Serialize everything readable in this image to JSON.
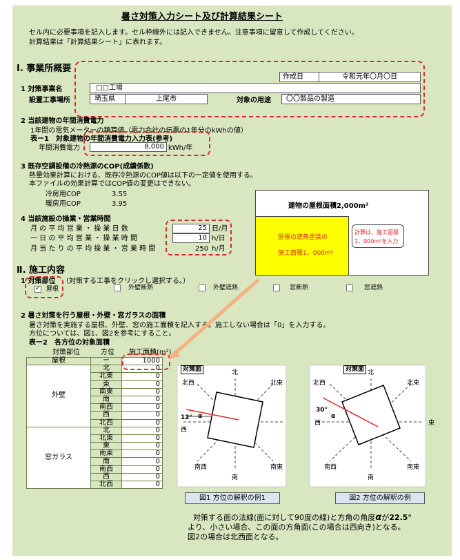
{
  "title": "暑さ対策入力シート及び計算結果シート",
  "intro": [
    "セル内に必要事項を記入します。セル枠線外には記入できません。注意事項に留意して作成してください。",
    "計算結果は「計算結果シート」に表れます。"
  ],
  "section1": {
    "heading": "Ⅰ. 事業所概要",
    "created_label": "作成日",
    "created_value": "令和元年〇月〇日",
    "name_label": "1 対策事業名",
    "name_value": "□□工場",
    "site_label": "設置工事場所",
    "pref_value": "埼玉県",
    "city_value": "上尾市",
    "use_label": "対象の用途",
    "use_value": "〇〇製品の製造"
  },
  "section2": {
    "heading": "2 当該建物の年間消費電力",
    "desc": "1年間の電気メーターの積算値（電力会社の伝票の1年分のkWhの値）",
    "table_title": "表ー1　対象建物の年間消費電力入力表(参考)",
    "annual_label": "年間消費電力",
    "annual_value": "8,000",
    "annual_unit": "kWh/年"
  },
  "section3": {
    "heading": "3 既存空調設備の冷熱源のCOP(成績係数)",
    "desc1": "熱量効果計算における、既存冷熱源のCOP値は以下の一定値を使用する。",
    "desc2": "本ファイルの効果計算ではCOP値の変更はできない。",
    "cool_label": "冷房用COP",
    "cool_value": "3.55",
    "heat_label": "暖房用COP",
    "heat_value": "3.95"
  },
  "section4": {
    "heading": "4 当該施設の操業・営業時間",
    "rows": [
      {
        "label": "月 の 平 均 営 業 ・ 操 業 日 数",
        "value": "25",
        "unit": "日/月"
      },
      {
        "label": "一 日 の 平 均 営 業 ・ 操 業 時 間",
        "value": "10",
        "unit": "h/日"
      },
      {
        "label": "月 当 た り の 平 均 操 業 ・ 営 業 時 間",
        "value": "250",
        "unit": "h/月"
      }
    ]
  },
  "roof_diagram": {
    "title": "建物の屋根面積2,000m²",
    "line1": "屋根の遮熱塗装の",
    "line2": "施工面積1，000m²",
    "note1": "計算は、施工面積",
    "note2": "1，000m²を入力"
  },
  "part2": {
    "heading": "Ⅱ. 施工内容",
    "target_heading": "1 対策部位",
    "target_note": "（対策する工事をクリックし選択する。）",
    "options": [
      {
        "label": "屋根",
        "checked": true
      },
      {
        "label": "外壁断熱",
        "checked": false
      },
      {
        "label": "外壁遮熱",
        "checked": false
      },
      {
        "label": "窓断熱",
        "checked": false
      },
      {
        "label": "窓遮熱",
        "checked": false
      }
    ],
    "check_mark": "✓",
    "area_heading": "2 暑さ対策を行う屋根・外壁・窓ガラスの面積",
    "area_desc1": "暑さ対策を実施する屋根、外壁、窓の施工面積を記入する。施工しない場合は「0」を入力する。",
    "area_desc2": "方位については、図1、図2を参考にすること。",
    "table_title": "表ー2　各方位の対象面積",
    "col_part": "対策部位",
    "col_dir": "方位",
    "col_area": "施工面積(m²)",
    "roof_label": "屋根",
    "roof_dir": "ー",
    "roof_value": "1000",
    "wall_label": "外壁",
    "window_label": "窓ガラス",
    "wall_rows": [
      [
        "北",
        "0"
      ],
      [
        "北東",
        "0"
      ],
      [
        "東",
        "0"
      ],
      [
        "南東",
        "0"
      ],
      [
        "南",
        "0"
      ],
      [
        "南西",
        "0"
      ],
      [
        "西",
        "0"
      ],
      [
        "北西",
        "0"
      ]
    ],
    "window_rows": [
      [
        "北",
        "0"
      ],
      [
        "北東",
        "0"
      ],
      [
        "東",
        "0"
      ],
      [
        "南東",
        "0"
      ],
      [
        "南",
        "0"
      ],
      [
        "南西",
        "0"
      ],
      [
        "西",
        "0"
      ],
      [
        "北西",
        "0"
      ]
    ]
  },
  "figures": {
    "fig1_caption": "図1 方位の解釈の例1",
    "fig2_caption": "図2 方位の解釈の例",
    "target_face": "対策面",
    "fig1_angle": "12°",
    "fig2_angle": "30°",
    "alpha": "α",
    "n": "北",
    "ne": "北東",
    "e": "東",
    "se": "南東",
    "s": "南",
    "sw": "南西",
    "w": "西",
    "nw": "北西"
  },
  "footer": {
    "line1": "対策する面の法線(面に対して90度の線)と方角の角度",
    "alpha": "α",
    "line1b": "が",
    "angle": "22.5°",
    "line2": "より、小さい場合、この面の方角面(この場合は西向き)となる。",
    "line3": "図2の場合は北西面となる。"
  }
}
